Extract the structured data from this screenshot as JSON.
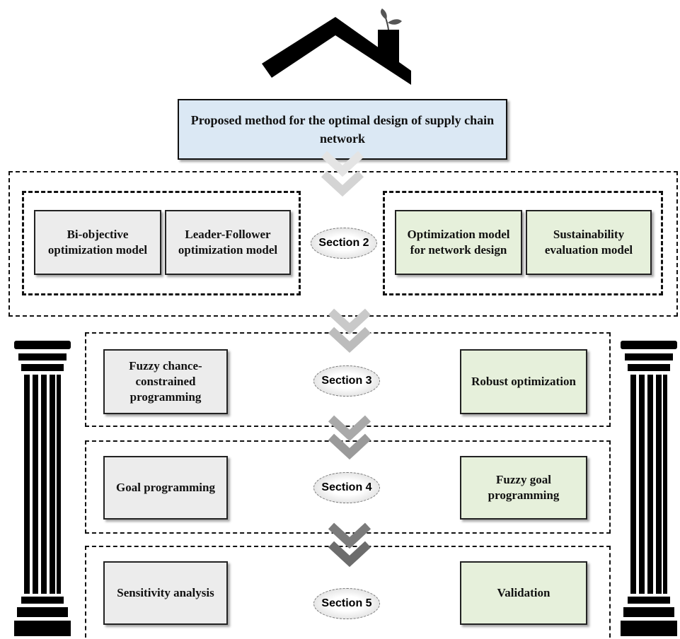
{
  "title": "Proposed method for the optimal design of supply chain network",
  "section2": {
    "label": "Section 2",
    "left_boxes": [
      "Bi-objective optimization model",
      "Leader-Follower optimization model"
    ],
    "right_boxes": [
      "Optimization model for network design",
      "Sustainability evaluation model"
    ]
  },
  "section3": {
    "label": "Section 3",
    "left_box": "Fuzzy chance-constrained programming",
    "right_box": "Robust optimization"
  },
  "section4": {
    "label": "Section 4",
    "left_box": "Goal programming",
    "right_box": "Fuzzy goal programming"
  },
  "section5": {
    "label": "Section 5",
    "left_box": "Sensitivity analysis",
    "right_box": "Validation"
  },
  "colors": {
    "title_fill": "#dbe8f4",
    "left_fill": "#ececec",
    "right_fill": "#e6f0db"
  }
}
